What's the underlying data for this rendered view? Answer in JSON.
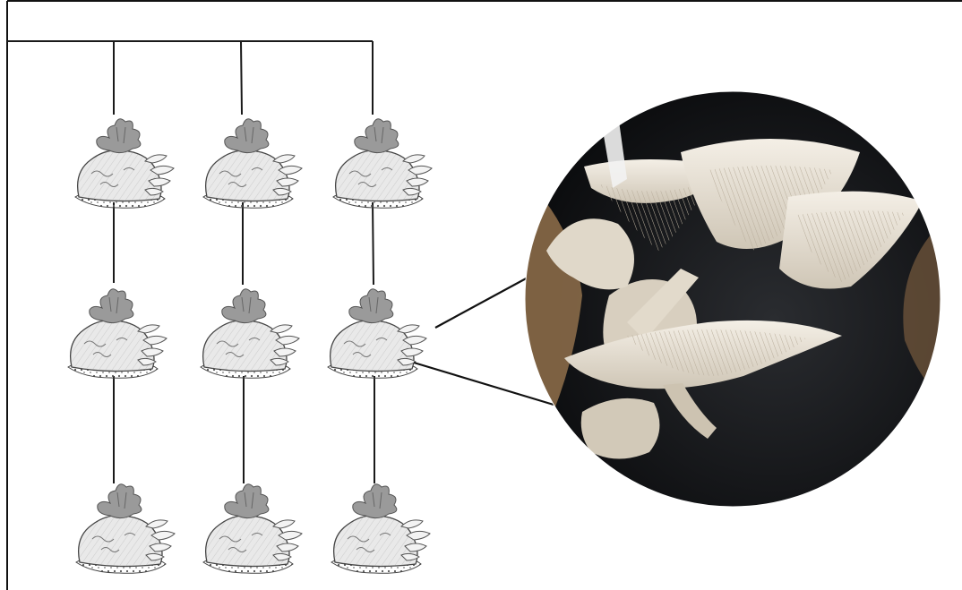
{
  "figure": {
    "rows": 3,
    "columns": 3,
    "unit_icon": "substrate-bag-with-oyster-mushrooms",
    "highlighted_unit": {
      "row": 2,
      "column": 3
    },
    "photo_subject": "oyster-mushroom-cluster",
    "colors": {
      "line": "#111111",
      "bag": "#e6e6e6",
      "knot": "#9a9a9a",
      "photo_background": "#111214",
      "mushroom_cap": "#e9e3d8"
    }
  }
}
